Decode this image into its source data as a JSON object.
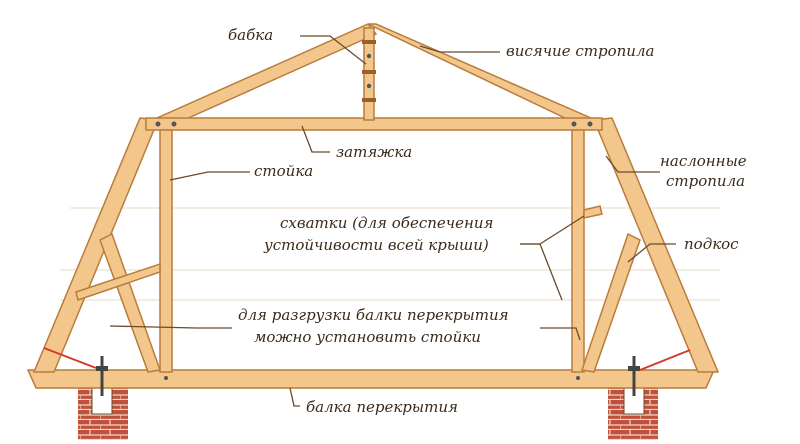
{
  "labels": {
    "babka": "бабка",
    "hanging_rafters": "висячие стропила",
    "tie": "затяжка",
    "post": "стойка",
    "layered_rafters_1": "наслонные",
    "layered_rafters_2": "стропила",
    "braces_1": "схватки (для обеспечения",
    "braces_2": "устойчивости всей крыши)",
    "strut": "подкос",
    "unload_1": "для разгрузки балки перекрытия",
    "unload_2": "можно установить стойки",
    "floor_beam": "балка перекрытия"
  },
  "colors": {
    "wood_fill": "#f3c78c",
    "wood_edge": "#b97c3c",
    "wood_dark": "#9a5f2a",
    "brick": "#c0503c",
    "brick_mortar": "#f0d8c8",
    "leader": "#6b4a2a",
    "anchor": "#444444",
    "red_line": "#d23a2a"
  }
}
